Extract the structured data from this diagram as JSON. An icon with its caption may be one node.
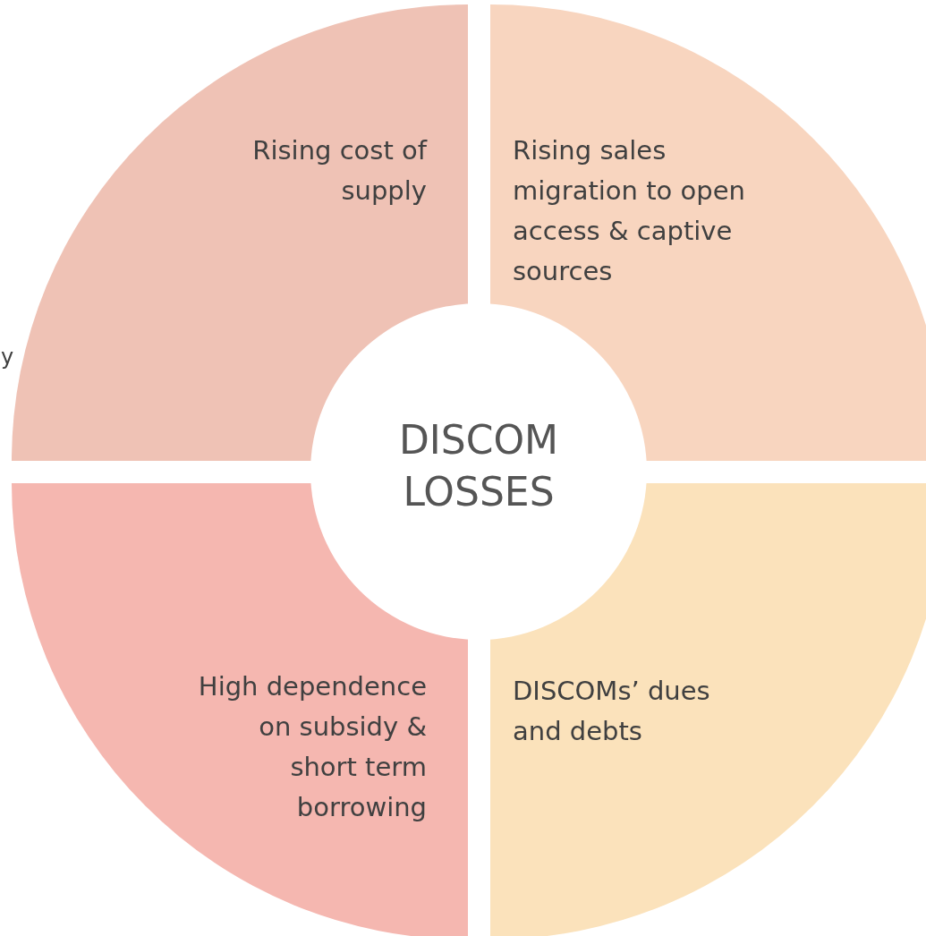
{
  "diagram": {
    "nodes": [
      {
        "text": [
          "Rising cost of supply"
        ]
      },
      {
        "text": [
          "Rising sales migration to open access & captive sources"
        ]
      },
      {
        "text": [
          "High dependence on subsidy & short term borrowing"
        ]
      },
      {
        "text": [
          "DISCOMs’ dues and debts"
        ]
      },
      {
        "text": [
          "DISCOM LOSSES"
        ]
      }
    ],
    "labels": [
      "y"
    ]
  }
}
